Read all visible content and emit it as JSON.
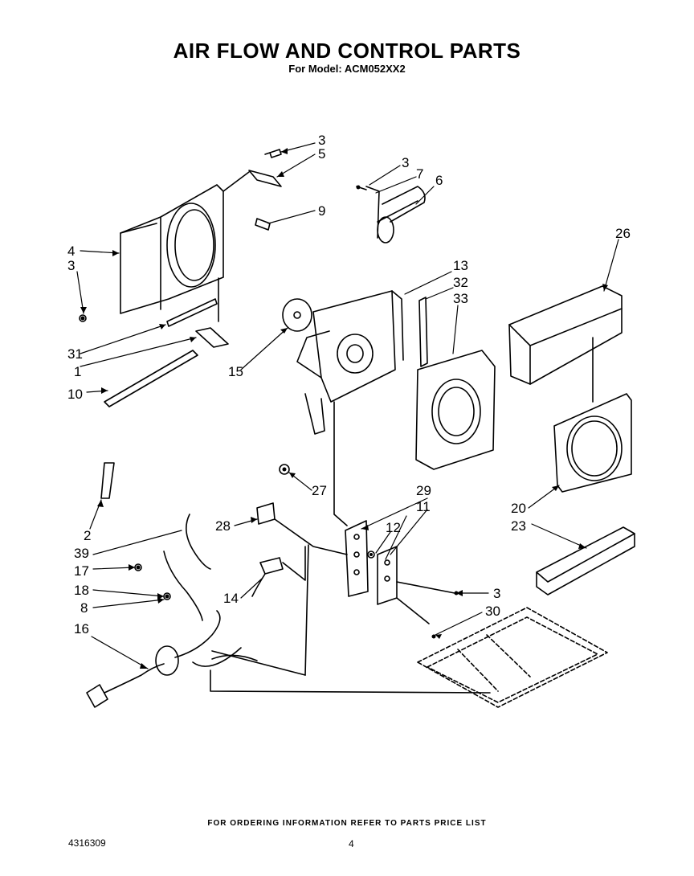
{
  "header": {
    "title": "AIR FLOW AND CONTROL PARTS",
    "subtitle": "For Model: ACM052XX2"
  },
  "callouts": [
    "3",
    "5",
    "3",
    "7",
    "6",
    "9",
    "4",
    "3",
    "26",
    "13",
    "32",
    "33",
    "31",
    "1",
    "15",
    "10",
    "27",
    "2",
    "29",
    "11",
    "28",
    "12",
    "39",
    "17",
    "14",
    "3",
    "18",
    "8",
    "30",
    "16",
    "20",
    "23"
  ],
  "footer": {
    "note": "FOR ORDERING INFORMATION REFER TO PARTS PRICE LIST",
    "doc_number": "4316309",
    "page_number": "4"
  }
}
